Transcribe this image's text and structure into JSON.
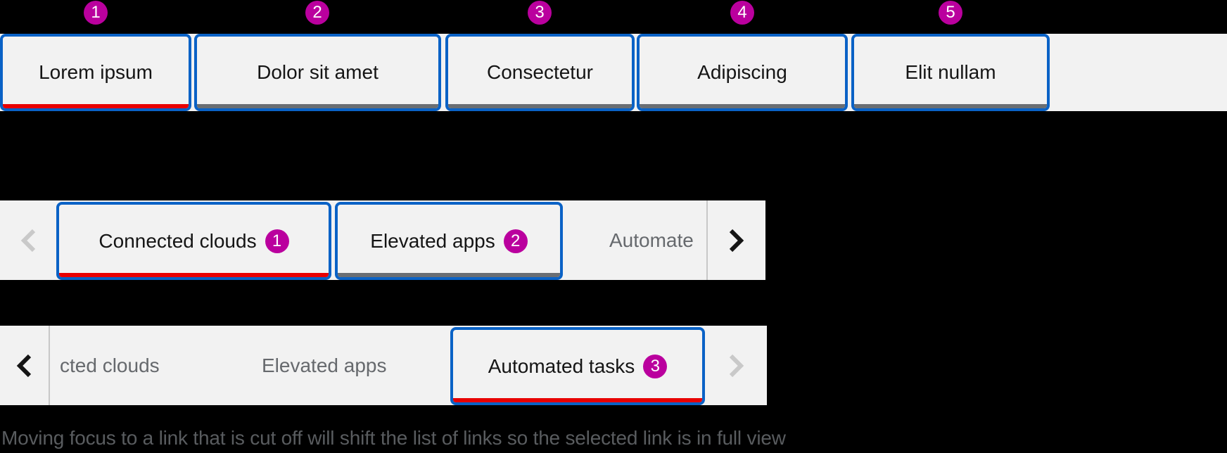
{
  "colors": {
    "page_background": "#000000",
    "bar_background": "#f2f2f2",
    "focus_border_blue": "#0a62c6",
    "selected_underline_red": "#e80000",
    "unselected_underline_gray": "#6a6e73",
    "annotation_badge_magenta": "#ba009e",
    "tab_text_dark": "#151515",
    "tab_text_gray": "#66696d",
    "chevron_enabled": "#151515",
    "chevron_disabled": "#c9c9c9"
  },
  "bar1": {
    "tabs": [
      {
        "label": "Lorem ipsum",
        "badge": "1",
        "selected": "true"
      },
      {
        "label": "Dolor sit amet",
        "badge": "2",
        "selected": "false"
      },
      {
        "label": "Consectetur",
        "badge": "3",
        "selected": "false"
      },
      {
        "label": "Adipiscing",
        "badge": "4",
        "selected": "false"
      },
      {
        "label": "Elit nullam",
        "badge": "5",
        "selected": "false"
      }
    ]
  },
  "bar2": {
    "tabs": [
      {
        "label": "Connected clouds",
        "badge": "1",
        "selected": "true"
      },
      {
        "label": "Elevated apps",
        "badge": "2",
        "selected": "false"
      },
      {
        "label": "Automate",
        "badge": "",
        "selected": "false",
        "note": "cut off at right edge"
      }
    ],
    "left_scroll_state": "disabled",
    "right_scroll_state": "enabled"
  },
  "bar3": {
    "tabs": [
      {
        "label": "cted clouds",
        "badge": "",
        "selected": "false",
        "note": "cut off at left edge"
      },
      {
        "label": "Elevated apps",
        "badge": "",
        "selected": "false"
      },
      {
        "label": "Automated tasks",
        "badge": "3",
        "selected": "true"
      }
    ],
    "left_scroll_state": "enabled",
    "right_scroll_state": "disabled"
  },
  "caption": "Moving focus to a link that is cut off will shift the list of links so the selected link is in full view"
}
